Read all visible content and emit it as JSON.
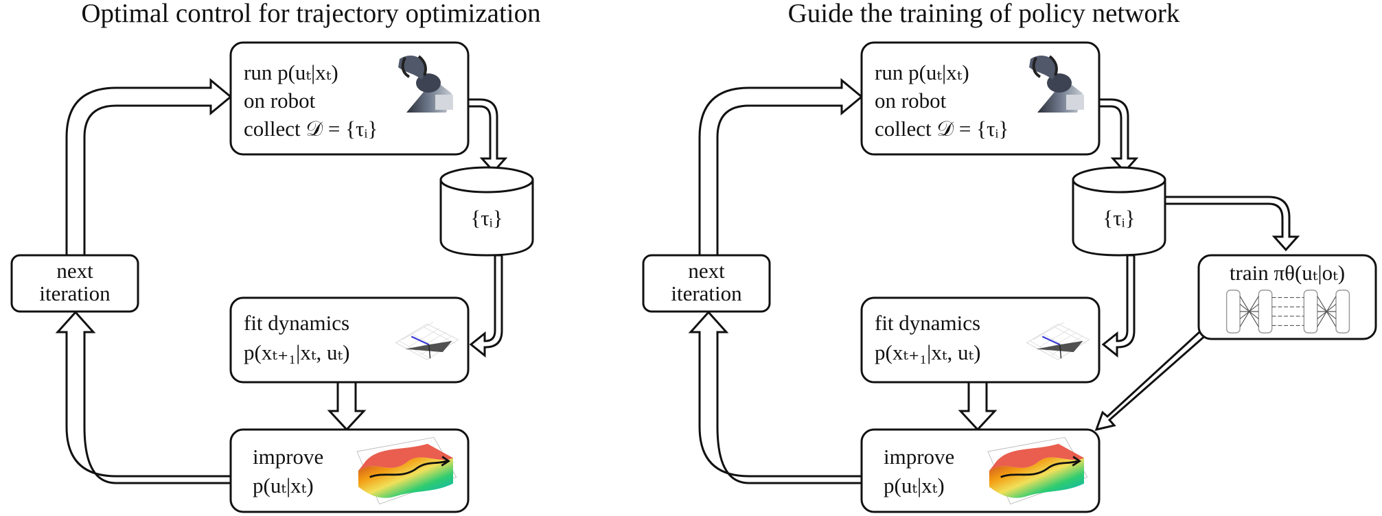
{
  "panels": [
    {
      "title": "Optimal control for trajectory optimization",
      "run_box": {
        "line1": "run p(uₜ|xₜ)",
        "line2": "on robot",
        "line3": "collect 𝒟 = {τᵢ}"
      },
      "data_store": {
        "label": "{τᵢ}"
      },
      "fit_box": {
        "line1": "fit dynamics",
        "line2": "p(xₜ₊₁|xₜ, uₜ)"
      },
      "improve_box": {
        "line1": "improve",
        "line2": "p(uₜ|xₜ)"
      },
      "next_box": {
        "line1": "next",
        "line2": "iteration"
      }
    },
    {
      "title": "Guide the training of policy network",
      "run_box": {
        "line1": "run p(uₜ|xₜ)",
        "line2": "on robot",
        "line3": "collect 𝒟 = {τᵢ}"
      },
      "data_store": {
        "label": "{τᵢ}"
      },
      "fit_box": {
        "line1": "fit dynamics",
        "line2": "p(xₜ₊₁|xₜ, uₜ)"
      },
      "improve_box": {
        "line1": "improve",
        "line2": "p(uₜ|xₜ)"
      },
      "next_box": {
        "line1": "next",
        "line2": "iteration"
      },
      "train_box": {
        "line1": "train πθ(uₜ|oₜ)"
      }
    }
  ],
  "icons": [
    "robot-arm-icon",
    "dynamics-plot-icon",
    "cost-surface-icon",
    "neural-network-icon"
  ]
}
